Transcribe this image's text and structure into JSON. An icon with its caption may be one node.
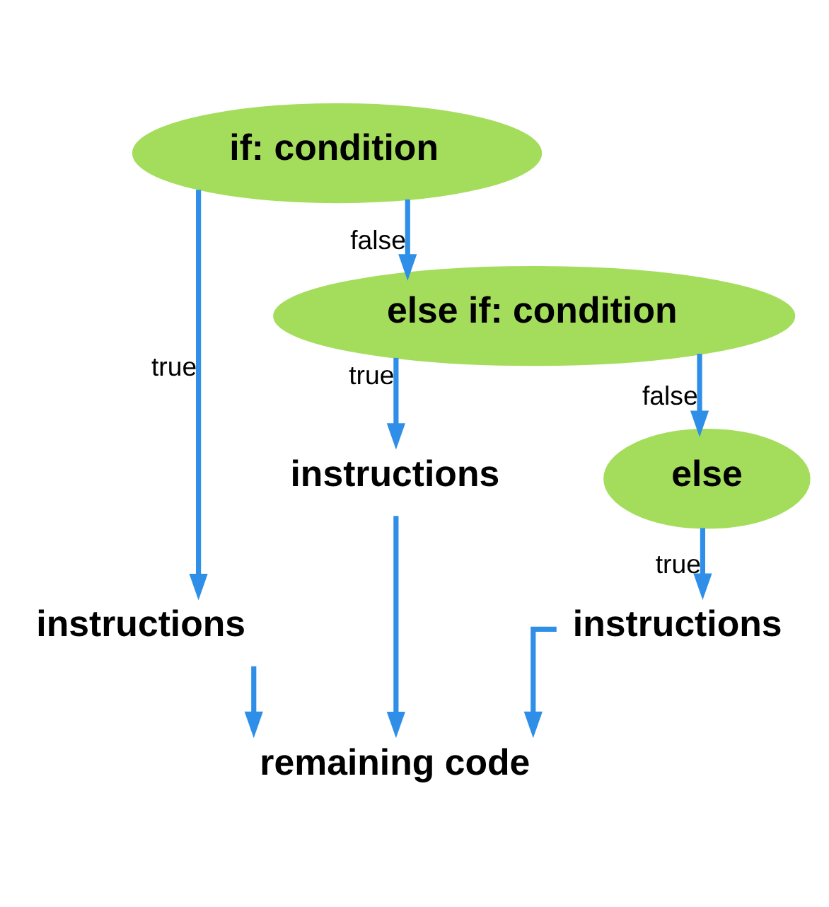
{
  "diagram": {
    "nodes": [
      {
        "text": [
          "if: condition"
        ]
      },
      {
        "text": [
          "instructions"
        ]
      },
      {
        "text": [
          "else if: condition"
        ]
      },
      {
        "text": [
          "instructions"
        ]
      },
      {
        "text": [
          "else"
        ]
      },
      {
        "text": [
          "instructions"
        ]
      },
      {
        "text": [
          "remaining code"
        ]
      }
    ],
    "edges": [
      {
        "from": 0,
        "to": 1,
        "arrow": "to",
        "label": "true"
      },
      {
        "from": 0,
        "to": 2,
        "arrow": "to",
        "label": "false"
      },
      {
        "from": 2,
        "to": 3,
        "arrow": "to",
        "label": "true"
      },
      {
        "from": 2,
        "to": 4,
        "arrow": "to",
        "label": "false"
      },
      {
        "from": 4,
        "to": 5,
        "arrow": "to",
        "label": "true"
      },
      {
        "from": 1,
        "to": 6,
        "arrow": "to"
      },
      {
        "from": 3,
        "to": 6,
        "arrow": "to"
      },
      {
        "from": 5,
        "to": 6,
        "arrow": "to"
      }
    ]
  }
}
